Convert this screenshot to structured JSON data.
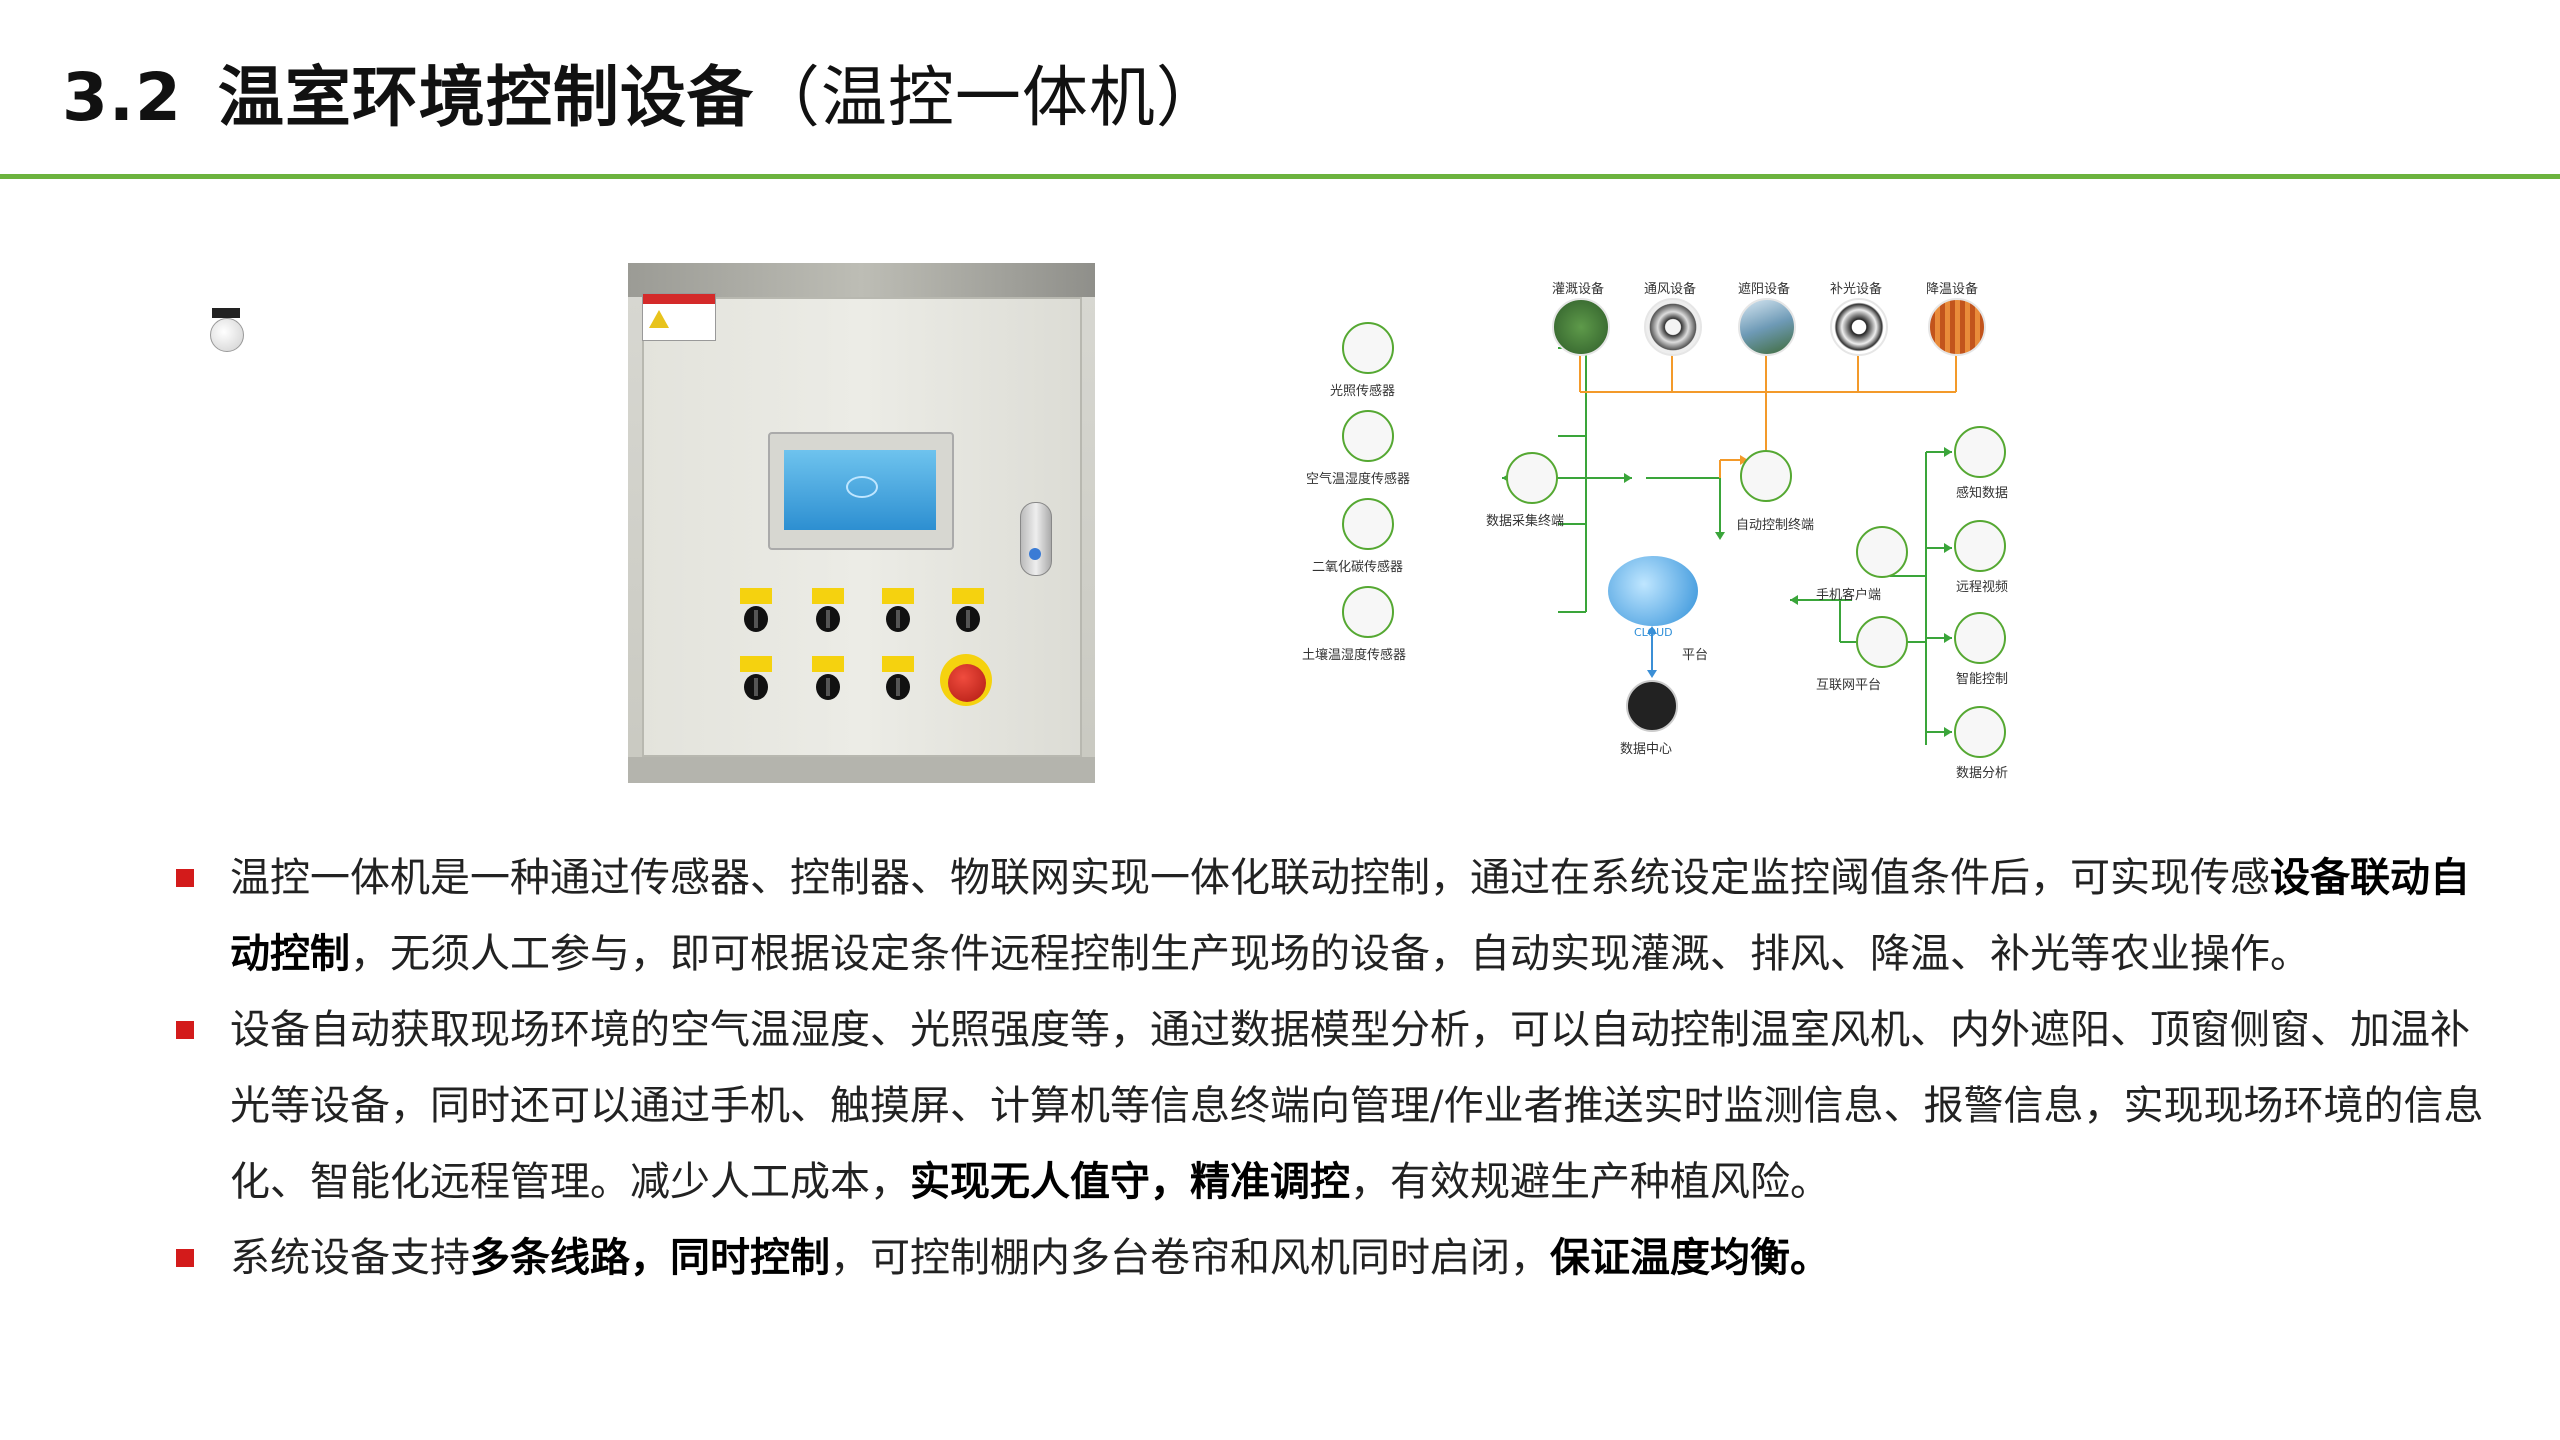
{
  "header": {
    "section_number": "3.2",
    "title_main": "温室环境控制设备",
    "title_sub": "（温控一体机）"
  },
  "diagram": {
    "output_devices": [
      "灌溉设备",
      "通风设备",
      "遮阳设备",
      "补光设备",
      "降温设备"
    ],
    "sensors": [
      "光照传感器",
      "空气温湿度传感器",
      "二氧化碳传感器",
      "土壤温湿度传感器"
    ],
    "data_collector": "数据采集终端",
    "auto_control": "自动控制终端",
    "cloud_badge": "CLOUD",
    "platform": "平台",
    "data_center": "数据中心",
    "mobile_client": "手机客户端",
    "internet_platform": "互联网平台",
    "functions": [
      "感知数据",
      "远程视频",
      "智能控制",
      "数据分析"
    ]
  },
  "bullets": [
    [
      {
        "text": "温控一体机是一种通过传感器、控制器、物联网实现一体化联动控制，通过在系统设定监控阈值条件后，可实现传感",
        "bold": false
      },
      {
        "text": "设备联动自动控制",
        "bold": true
      },
      {
        "text": "，无须人工参与，即可根据设定条件远程控制生产现场的设备，自动实现灌溉、排风、降温、补光等农业操作。",
        "bold": false
      }
    ],
    [
      {
        "text": "设备自动获取现场环境的空气温湿度、光照强度等，通过数据模型分析，可以自动控制温室风机、内外遮阳、顶窗侧窗、加温补光等设备，同时还可以通过手机、触摸屏、计算机等信息终端向管理/作业者推送实时监测信息、报警信息，实现现场环境的信息化、智能化远程管理。减少人工成本，",
        "bold": false
      },
      {
        "text": "实现无人值守，精准调控",
        "bold": true
      },
      {
        "text": "，有效规避生产种植风险。",
        "bold": false
      }
    ],
    [
      {
        "text": "系统设备支持",
        "bold": false
      },
      {
        "text": "多条线路，同时控制",
        "bold": true
      },
      {
        "text": "，可控制棚内多台卷帘和风机同时启闭，",
        "bold": false
      },
      {
        "text": "保证温度均衡。",
        "bold": true
      }
    ]
  ],
  "colors": {
    "accent_green": "#6cb33e",
    "bullet_red": "#d31b1b",
    "arrow_orange": "#f39a2a",
    "arrow_blue": "#3b8fd6"
  }
}
